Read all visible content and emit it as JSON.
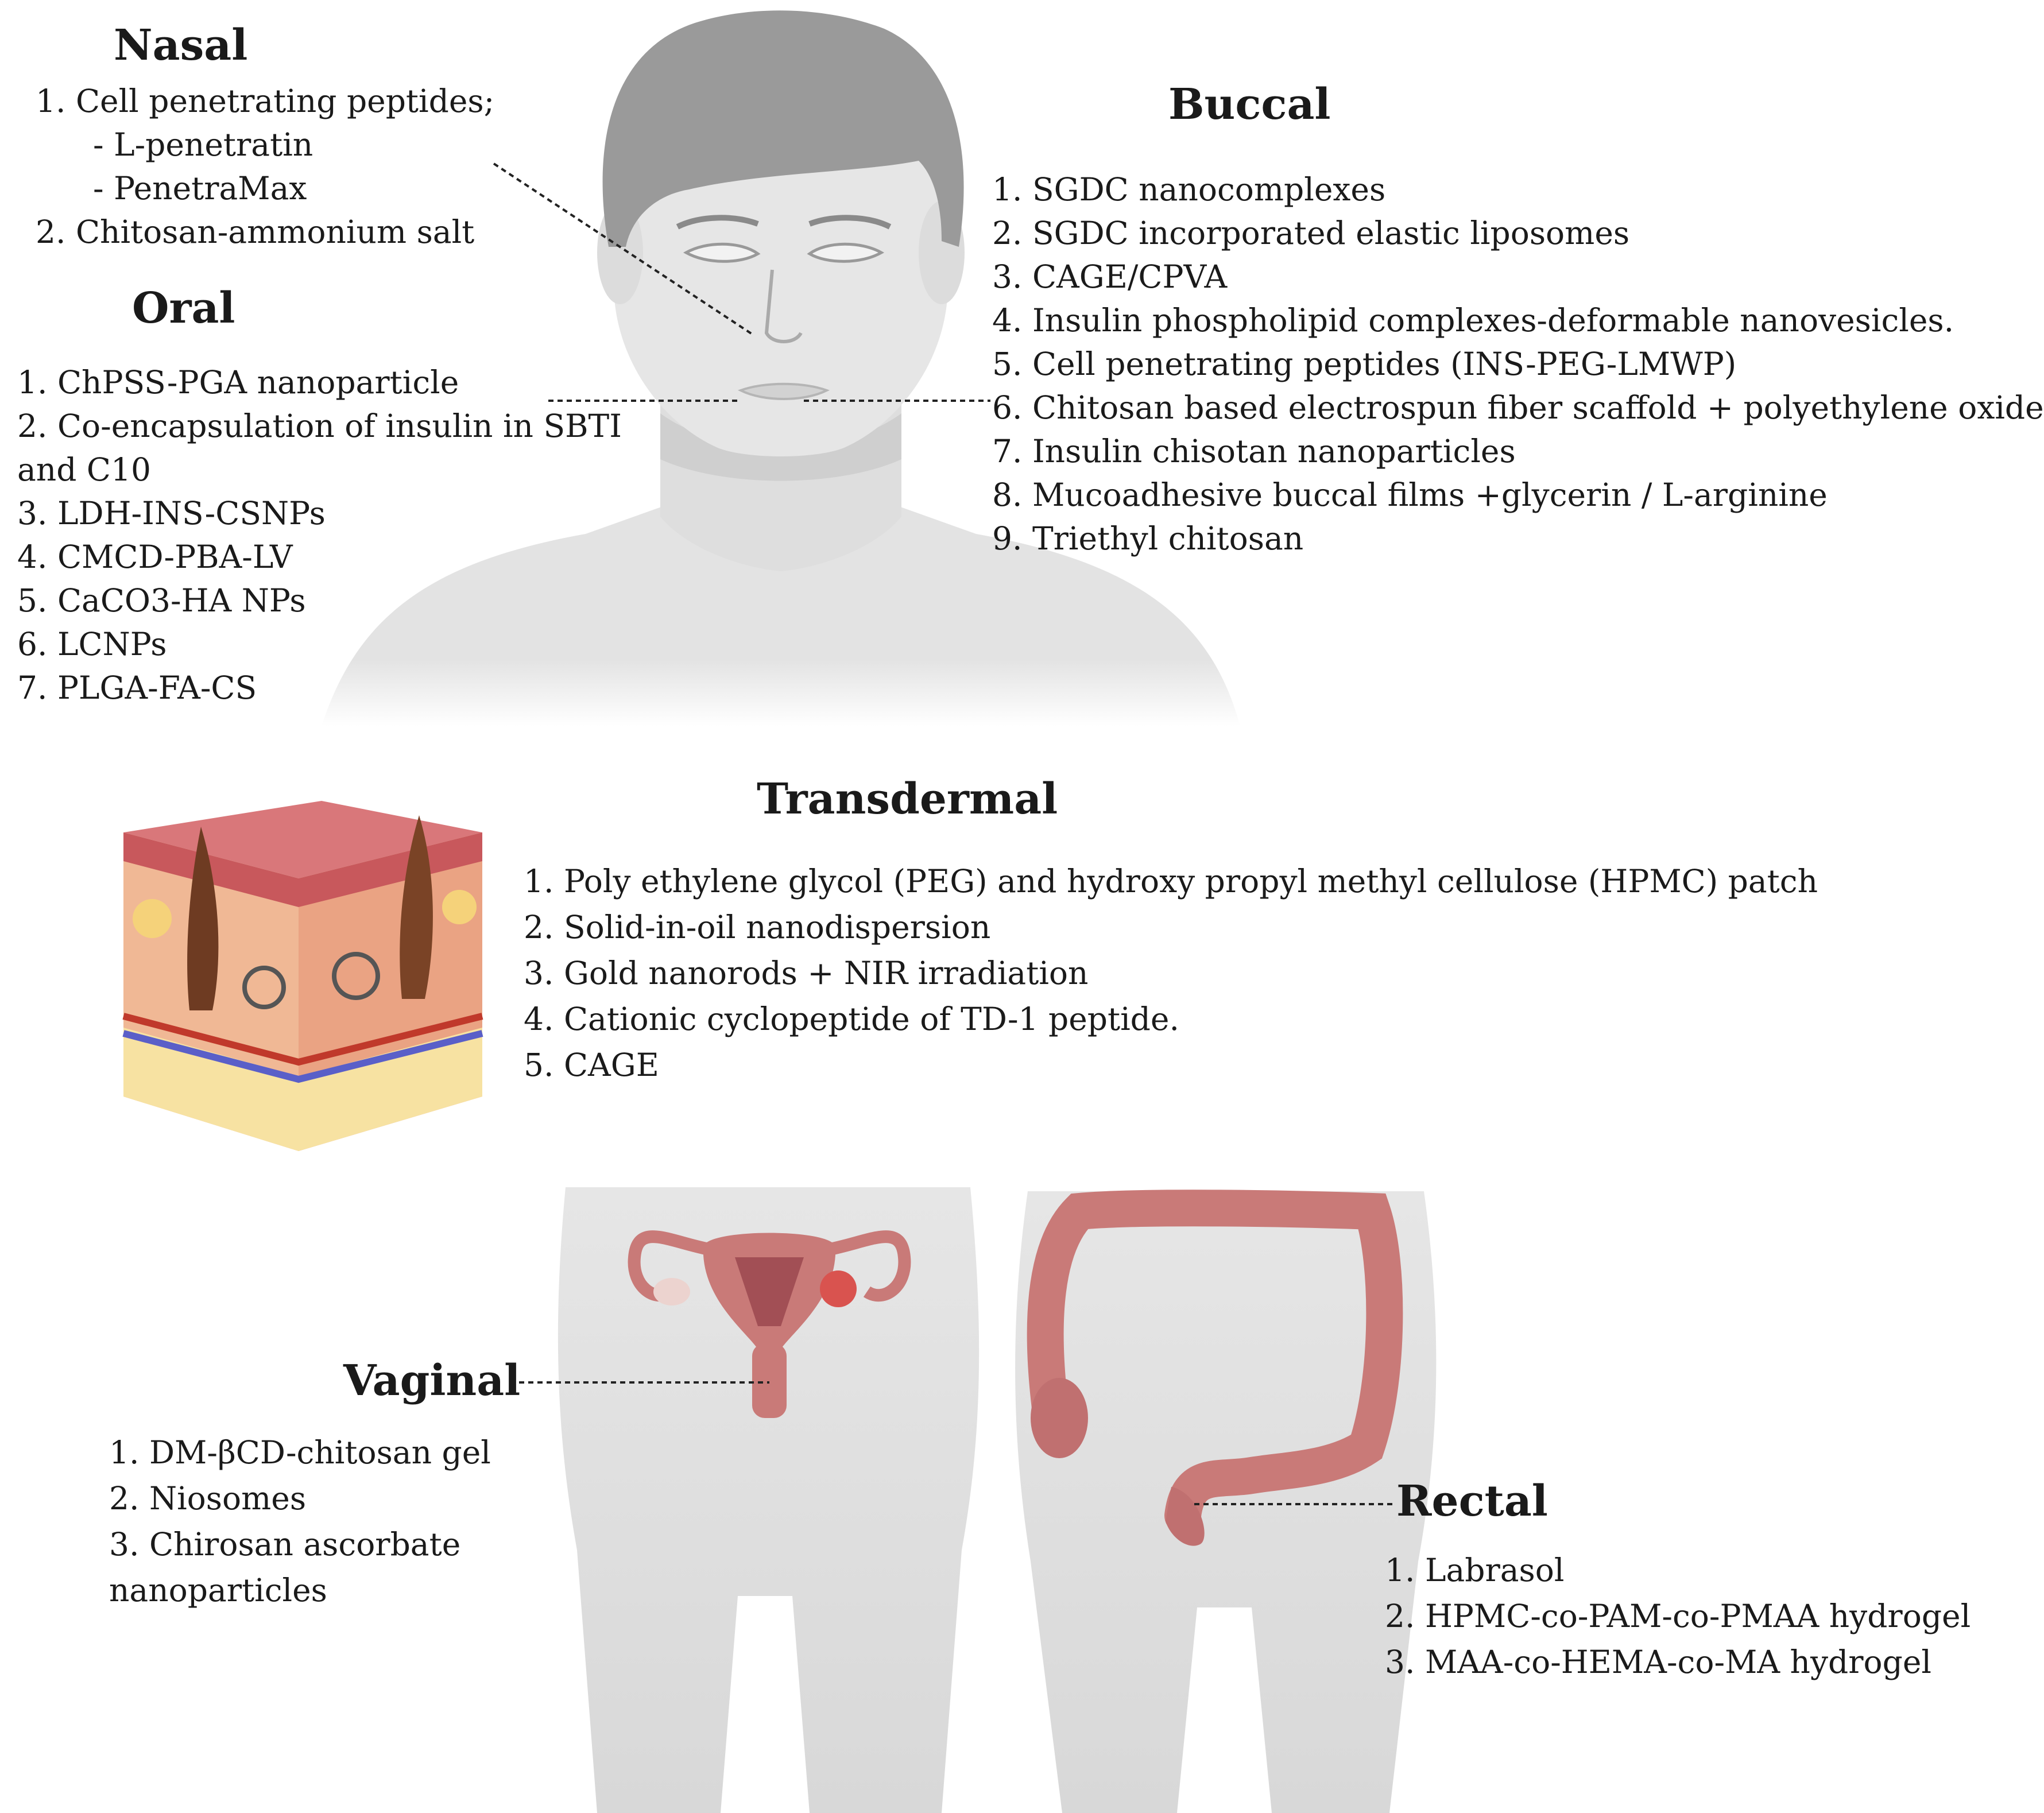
{
  "nasal": {
    "heading": "Nasal",
    "items": [
      "1.  Cell penetrating peptides;",
      "- L-penetratin",
      "- PenetraMax",
      "2. Chitosan-ammonium salt"
    ]
  },
  "oral": {
    "heading": "Oral",
    "items": [
      "1.  ChPSS-PGA nanoparticle",
      "2.  Co-encapsulation of insulin in SBTI",
      "and C10",
      "3.  LDH-INS-CSNPs",
      "4. CMCD-PBA-LV",
      "5. CaCO3-HA NPs",
      "6. LCNPs",
      "7. PLGA-FA-CS"
    ]
  },
  "buccal": {
    "heading": "Buccal",
    "items": [
      "1. SGDC nanocomplexes",
      "2. SGDC incorporated elastic liposomes",
      "3. CAGE/CPVA",
      "4. Insulin phospholipid complexes-deformable nanovesicles.",
      "5. Cell penetrating peptides (INS-PEG-LMWP)",
      "6. Chitosan based electrospun fiber scaffold + polyethylene oxide",
      "7. Insulin chisotan nanoparticles",
      "8. Mucoadhesive buccal films +glycerin / L-arginine",
      "9.  Triethyl chitosan"
    ]
  },
  "transdermal": {
    "heading": "Transdermal",
    "items": [
      "1.  Poly ethylene glycol (PEG) and hydroxy propyl methyl cellulose (HPMC) patch",
      "2. Solid-in-oil nanodispersion",
      "3. Gold nanorods + NIR irradiation",
      "4. Cationic cyclopeptide of TD-1 peptide.",
      "5. CAGE"
    ]
  },
  "vaginal": {
    "heading": "Vaginal",
    "items": [
      "1. DM-βCD-chitosan gel",
      "2. Niosomes",
      "3. Chirosan ascorbate",
      "nanoparticles"
    ]
  },
  "rectal": {
    "heading": "Rectal",
    "items": [
      "1. Labrasol",
      "2. HPMC-co-PAM-co-PMAA hydrogel",
      "3. MAA-co-HEMA-co-MA hydrogel"
    ]
  },
  "colors": {
    "skin_figure": "#e4e4e4",
    "hair": "#9a9a9a",
    "tissue": "#c97a78",
    "epidermis": "#d9777a",
    "dermis": "#f0b895",
    "fat": "#f7e2a2"
  }
}
